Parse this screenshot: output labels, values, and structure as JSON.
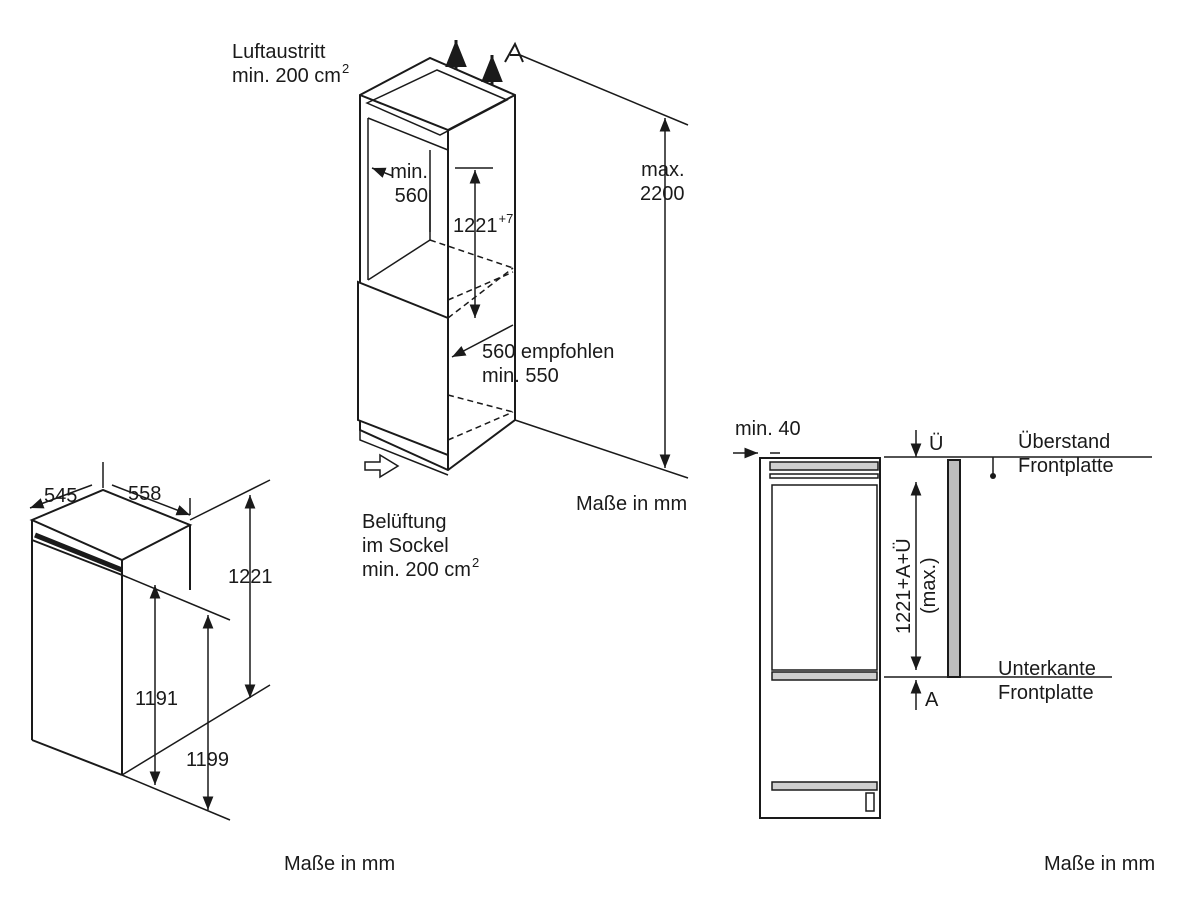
{
  "install_view": {
    "air_outlet_line1": "Luftaustritt",
    "air_outlet_line2": "min. 200 cm",
    "air_outlet_sup": "2",
    "max_line1": "max.",
    "max_line2": "2200",
    "min_line1": "min.",
    "min_line2": "560",
    "niche_height": "1221",
    "niche_height_sup": "+7",
    "depth_line1": "560 empfohlen",
    "depth_line2": "min. 550",
    "vent_line1": "Belüftung",
    "vent_line2": "im Sockel",
    "vent_line3": "min. 200 cm",
    "vent_sup": "2",
    "units": "Maße in mm"
  },
  "appliance_view": {
    "depth": "545",
    "width": "558",
    "height": "1221",
    "height_inner": "1191",
    "height_total": "1199",
    "units": "Maße in mm"
  },
  "side_view": {
    "min_gap": "min. 40",
    "overhang_symbol": "Ü",
    "overhang_line1": "Überstand",
    "overhang_line2": "Frontplatte",
    "height_formula": "1221+A+Ü",
    "height_note": "(max.)",
    "bottom_line1": "Unterkante",
    "bottom_line2": "Frontplatte",
    "a_symbol": "A",
    "units": "Maße in mm"
  }
}
